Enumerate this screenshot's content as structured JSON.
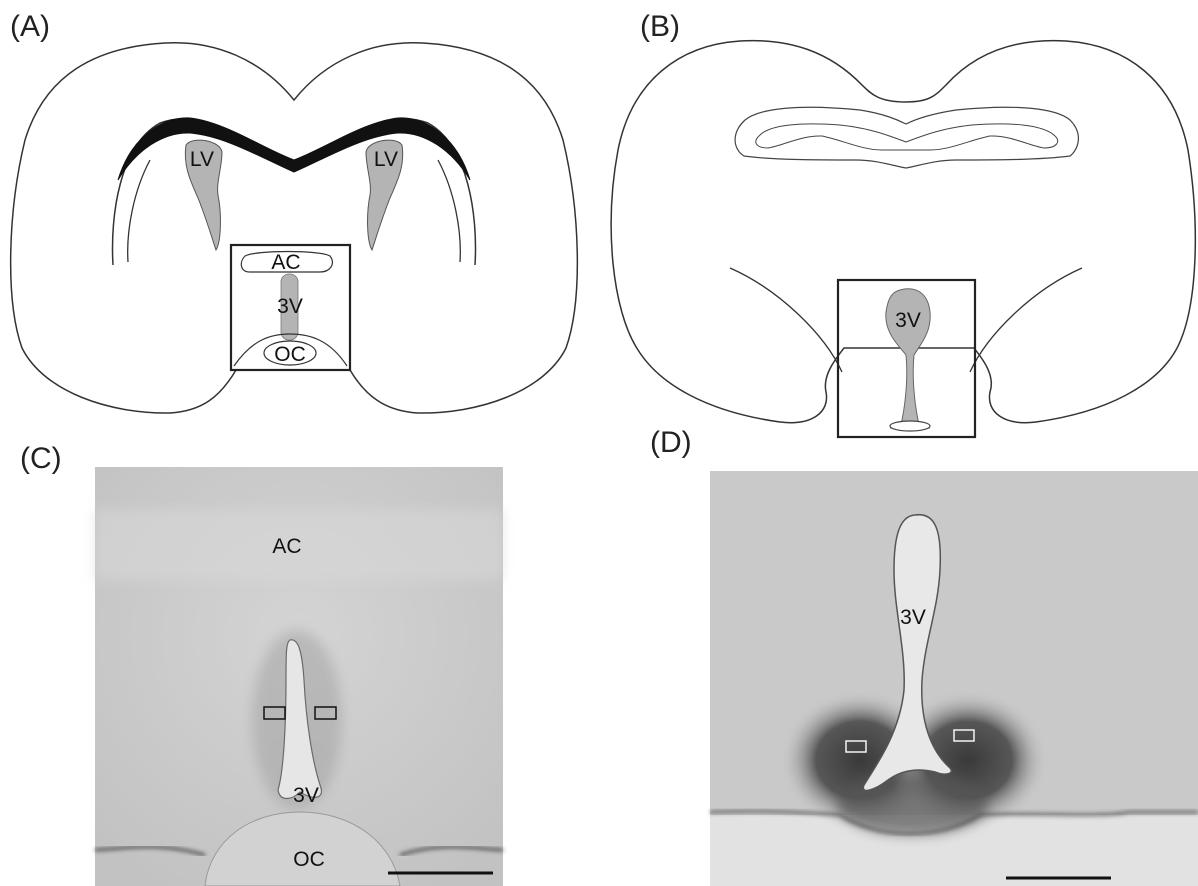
{
  "panels": {
    "a": {
      "label": "(A)",
      "structures": {
        "lv_left": "LV",
        "lv_right": "LV",
        "ac": "AC",
        "v3": "3V",
        "oc": "OC"
      }
    },
    "b": {
      "label": "(B)",
      "structures": {
        "v3": "3V"
      }
    },
    "c": {
      "label": "(C)",
      "structures": {
        "ac": "AC",
        "v3": "3V",
        "oc": "OC"
      }
    },
    "d": {
      "label": "(D)",
      "structures": {
        "v3": "3V"
      }
    }
  },
  "colors": {
    "outline": "#333333",
    "ventricle_fill": "#b4b4b4",
    "corpus_callosum": "#111111",
    "tissue_light": "#cfcfcf",
    "tissue_dark": "#3a3a3a"
  }
}
